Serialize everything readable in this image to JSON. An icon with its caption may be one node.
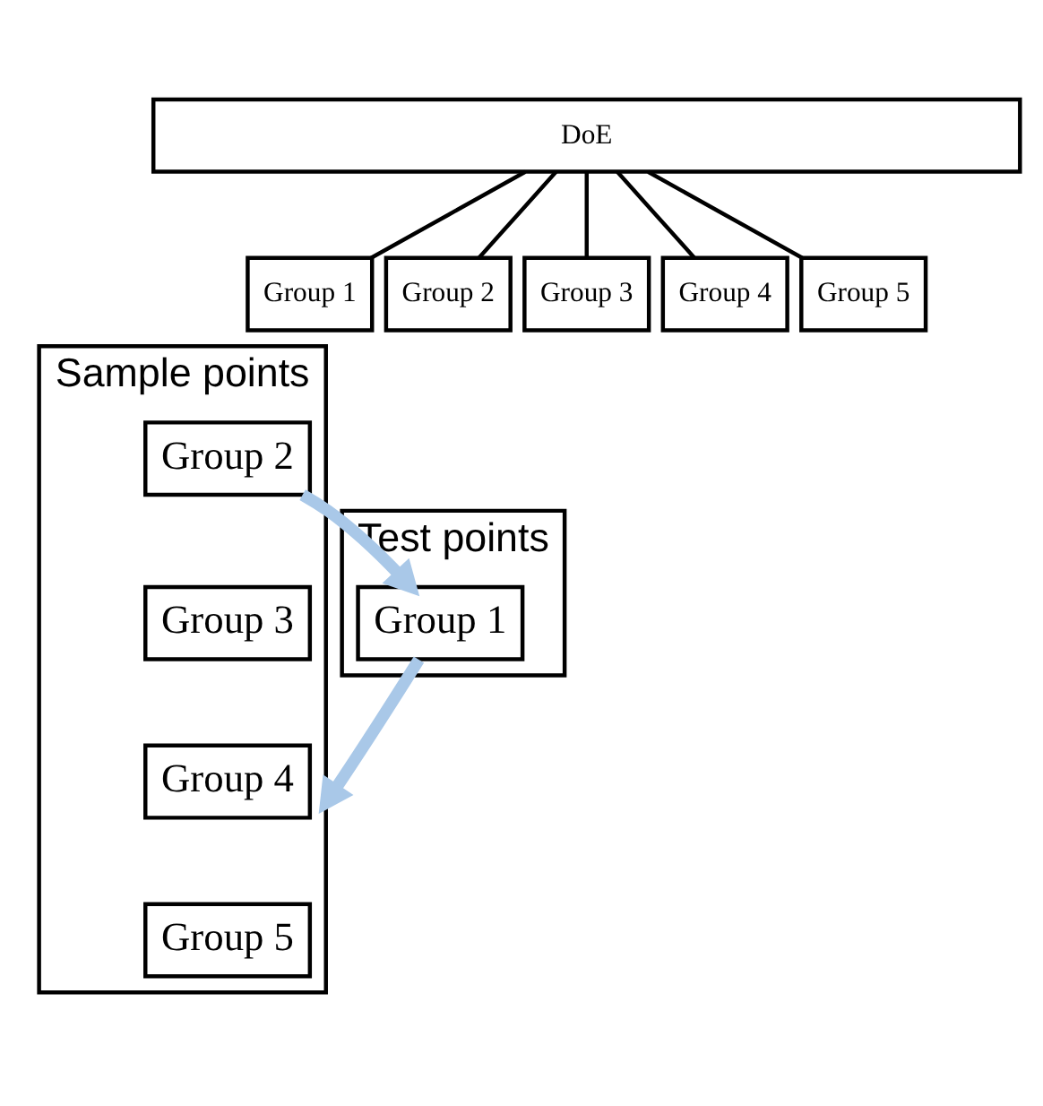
{
  "diagram": {
    "nodes": [
      {
        "text": [
          "DoE"
        ]
      },
      {
        "text": [
          "Group 1"
        ]
      },
      {
        "text": [
          "Group 2"
        ]
      },
      {
        "text": [
          "Group 3"
        ]
      },
      {
        "text": [
          "Group 4"
        ]
      },
      {
        "text": [
          "Group 5"
        ]
      },
      {
        "text": [
          "Sample points"
        ]
      },
      {
        "text": [
          "Group 2"
        ],
        "in": 6
      },
      {
        "text": [
          "Group 3"
        ],
        "in": 6
      },
      {
        "text": [
          "Group 4"
        ],
        "in": 6
      },
      {
        "text": [
          "Group 5"
        ],
        "in": 6
      },
      {
        "text": [
          "Test points"
        ]
      },
      {
        "text": [
          "Group 1"
        ],
        "in": 11
      }
    ],
    "edges": [
      {
        "from": 0,
        "to": 1,
        "arrow": "none"
      },
      {
        "from": 0,
        "to": 2,
        "arrow": "none"
      },
      {
        "from": 0,
        "to": 3,
        "arrow": "none"
      },
      {
        "from": 0,
        "to": 4,
        "arrow": "none"
      },
      {
        "from": 0,
        "to": 5,
        "arrow": "none"
      },
      {
        "from": 7,
        "to": 12,
        "arrow": "to",
        "style": "thick",
        "color": "#a9c8e8"
      },
      {
        "from": 12,
        "to": 6,
        "arrow": "to",
        "style": "thick",
        "color": "#a9c8e8"
      }
    ]
  }
}
